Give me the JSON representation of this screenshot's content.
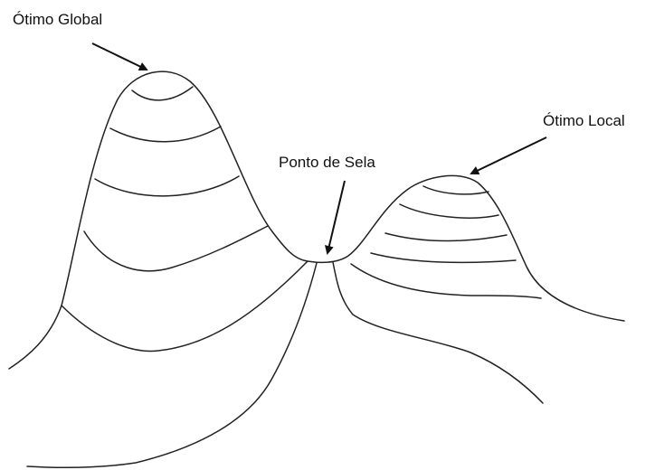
{
  "diagram": {
    "labels": {
      "global_optimum": "Ótimo Global",
      "local_optimum": "Ótimo Local",
      "saddle_point": "Ponto de Sela"
    },
    "colors": {
      "line": "#222222",
      "text": "#111111",
      "background": "#ffffff"
    }
  }
}
